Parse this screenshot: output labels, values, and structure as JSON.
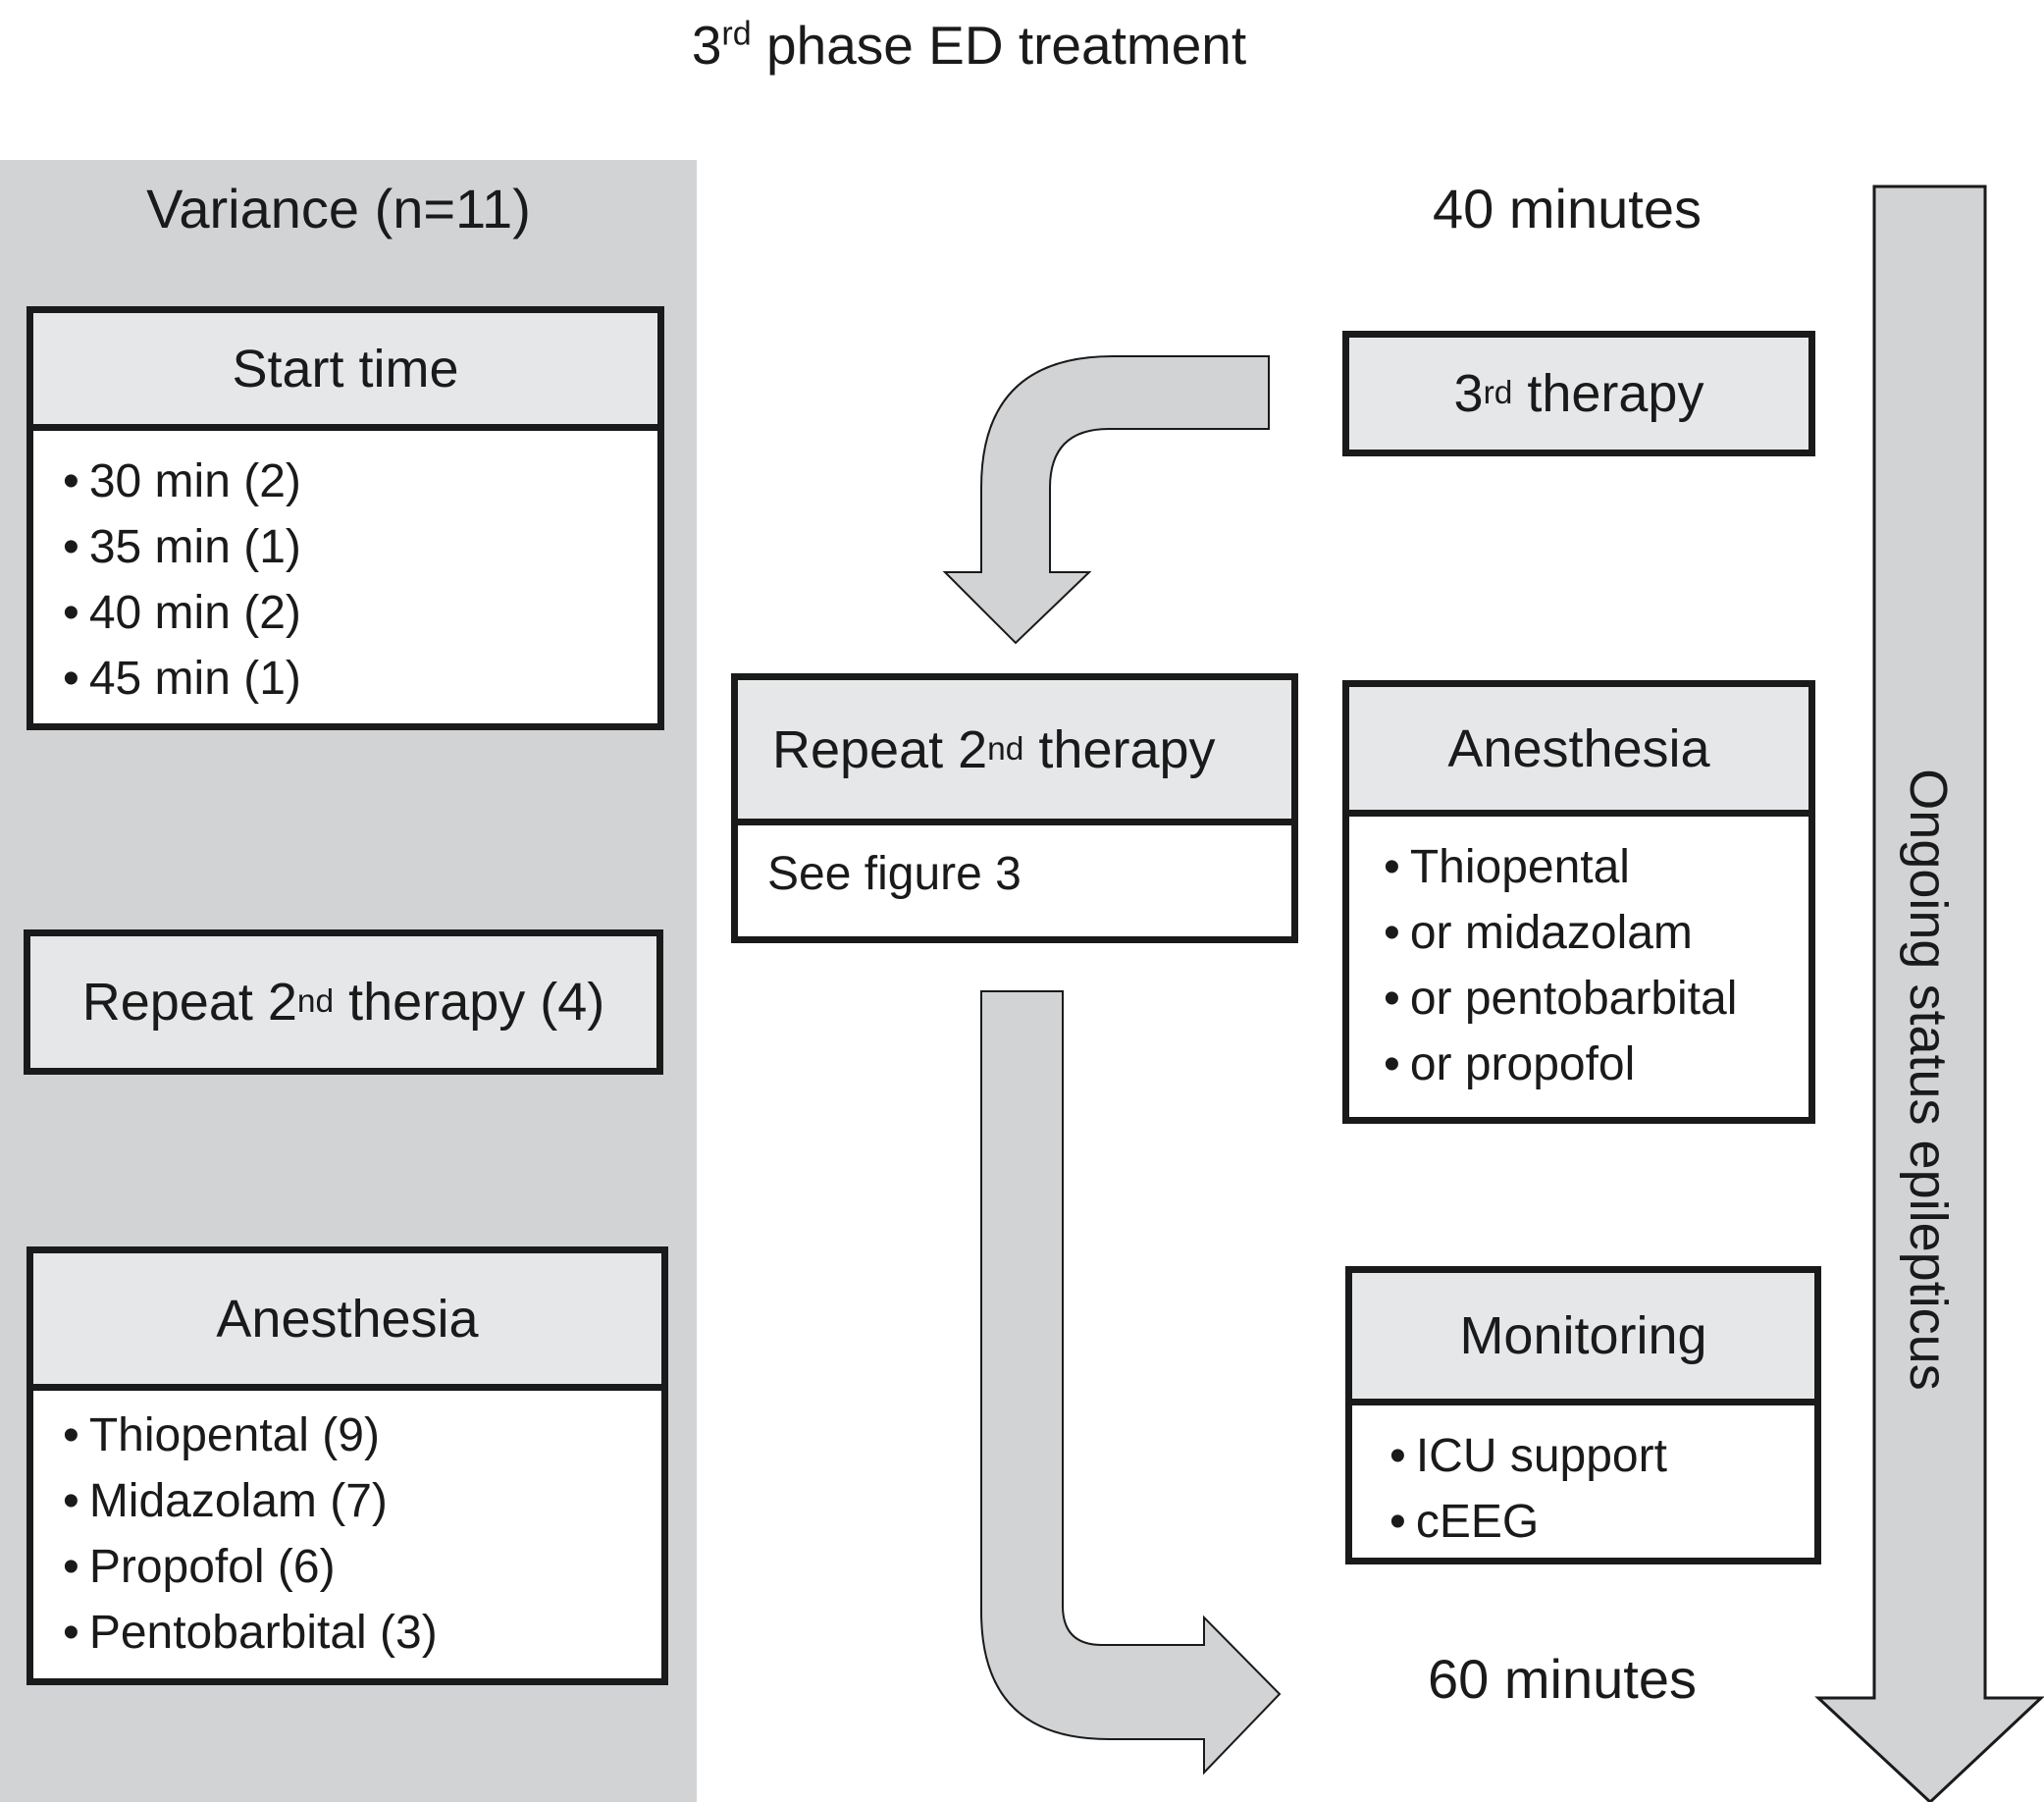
{
  "title": {
    "sup": "rd",
    "main": "3",
    "rest": " phase ED treatment"
  },
  "variance": {
    "title": "Variance (n=11)",
    "start_time": {
      "header": "Start time",
      "items": [
        "30 min (2)",
        "35 min (1)",
        "40 min (2)",
        "45 min (1)"
      ]
    },
    "repeat": {
      "pre": "Repeat 2",
      "sup": "nd",
      "post": " therapy (4)"
    },
    "anesthesia": {
      "header": "Anesthesia",
      "items": [
        "Thiopental (9)",
        "Midazolam (7)",
        "Propofol (6)",
        "Pentobarbital (3)"
      ]
    }
  },
  "timeline": {
    "start_label": "40 minutes",
    "end_label": "60 minutes",
    "vertical_label": "Ongoing status epilepticus"
  },
  "third_therapy": {
    "pre": "3",
    "sup": "rd",
    "post": " therapy"
  },
  "repeat_second": {
    "pre": "Repeat 2",
    "sup": "nd",
    "post": " therapy",
    "note": "See figure 3"
  },
  "anesthesia_options": {
    "header": "Anesthesia",
    "items": [
      "Thiopental",
      "or midazolam",
      "or pentobarbital",
      "or propofol"
    ]
  },
  "monitoring": {
    "header": "Monitoring",
    "items": [
      "ICU support",
      "cEEG"
    ]
  },
  "colors": {
    "panel": "#d2d3d5",
    "header_fill": "#e6e7e8",
    "arrow_fill": "#d2d3d5",
    "stroke": "#1a1a1a"
  }
}
